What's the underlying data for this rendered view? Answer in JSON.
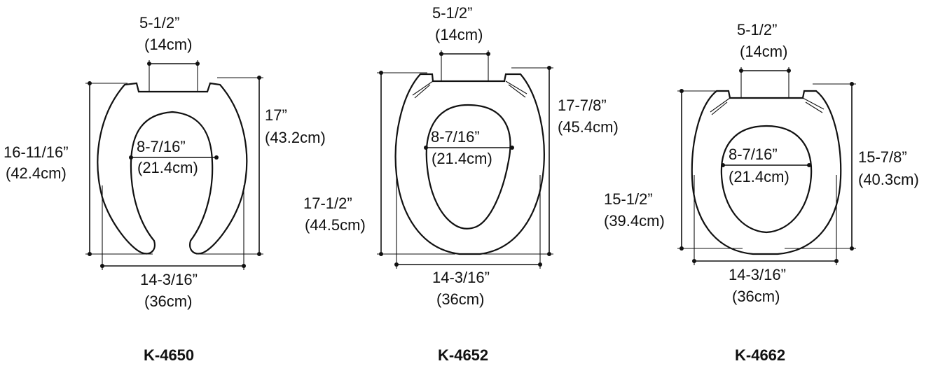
{
  "diagrams": [
    {
      "model": "K-4650",
      "hinge_width": [
        "5-1/2”",
        "(14cm)"
      ],
      "inner_width": [
        "8-7/16”",
        "(21.4cm)"
      ],
      "outer_width": [
        "14-3/16”",
        "(36cm)"
      ],
      "left_length": [
        "16-11/16”",
        "(42.4cm)"
      ],
      "right_length": [
        "17”",
        "(43.2cm)"
      ]
    },
    {
      "model": "K-4652",
      "hinge_width": [
        "5-1/2”",
        "(14cm)"
      ],
      "inner_width": [
        "8-7/16”",
        "(21.4cm)"
      ],
      "outer_width": [
        "14-3/16”",
        "(36cm)"
      ],
      "left_length": [
        "17-1/2”",
        "(44.5cm)"
      ],
      "right_length": [
        "17-7/8”",
        "(45.4cm)"
      ]
    },
    {
      "model": "K-4662",
      "hinge_width": [
        "5-1/2”",
        "(14cm)"
      ],
      "inner_width": [
        "8-7/16”",
        "(21.4cm)"
      ],
      "outer_width": [
        "14-3/16”",
        "(36cm)"
      ],
      "left_length": [
        "15-1/2”",
        "(39.4cm)"
      ],
      "right_length": [
        "15-7/8”",
        "(40.3cm)"
      ]
    }
  ]
}
